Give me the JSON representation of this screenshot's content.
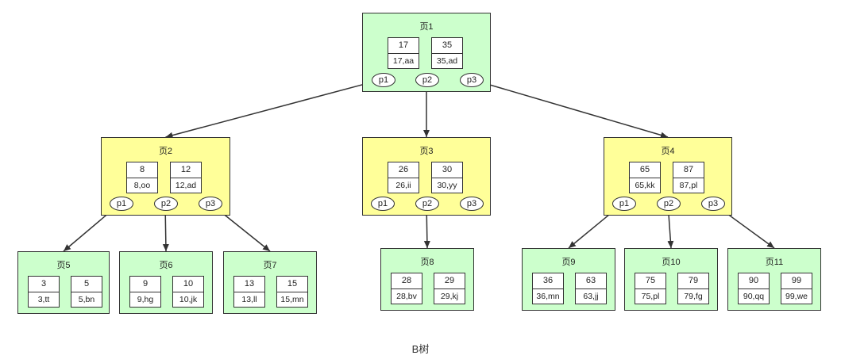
{
  "caption": "B树",
  "pages": [
    {
      "id": "root",
      "title": "页1",
      "color": "green",
      "keys": [
        {
          "key": "17",
          "rec": "17,aa"
        },
        {
          "key": "35",
          "rec": "35,ad"
        }
      ],
      "pointers": [
        "p1",
        "p2",
        "p3"
      ]
    },
    {
      "id": "n2",
      "title": "页2",
      "color": "yellow",
      "keys": [
        {
          "key": "8",
          "rec": "8,oo"
        },
        {
          "key": "12",
          "rec": "12,ad"
        }
      ],
      "pointers": [
        "p1",
        "p2",
        "p3"
      ]
    },
    {
      "id": "n3",
      "title": "页3",
      "color": "yellow",
      "keys": [
        {
          "key": "26",
          "rec": "26,ii"
        },
        {
          "key": "30",
          "rec": "30,yy"
        }
      ],
      "pointers": [
        "p1",
        "p2",
        "p3"
      ]
    },
    {
      "id": "n4",
      "title": "页4",
      "color": "yellow",
      "keys": [
        {
          "key": "65",
          "rec": "65,kk"
        },
        {
          "key": "87",
          "rec": "87,pl"
        }
      ],
      "pointers": [
        "p1",
        "p2",
        "p3"
      ]
    },
    {
      "id": "l5",
      "title": "页5",
      "color": "green",
      "keys": [
        {
          "key": "3",
          "rec": "3,tt"
        },
        {
          "key": "5",
          "rec": "5,bn"
        }
      ],
      "pointers": []
    },
    {
      "id": "l6",
      "title": "页6",
      "color": "green",
      "keys": [
        {
          "key": "9",
          "rec": "9,hg"
        },
        {
          "key": "10",
          "rec": "10,jk"
        }
      ],
      "pointers": []
    },
    {
      "id": "l7",
      "title": "页7",
      "color": "green",
      "keys": [
        {
          "key": "13",
          "rec": "13,ll"
        },
        {
          "key": "15",
          "rec": "15,mn"
        }
      ],
      "pointers": []
    },
    {
      "id": "l8",
      "title": "页8",
      "color": "green",
      "keys": [
        {
          "key": "28",
          "rec": "28,bv"
        },
        {
          "key": "29",
          "rec": "29,kj"
        }
      ],
      "pointers": []
    },
    {
      "id": "l9",
      "title": "页9",
      "color": "green",
      "keys": [
        {
          "key": "36",
          "rec": "36,mn"
        },
        {
          "key": "63",
          "rec": "63,jj"
        }
      ],
      "pointers": []
    },
    {
      "id": "l10",
      "title": "页10",
      "color": "green",
      "keys": [
        {
          "key": "75",
          "rec": "75,pl"
        },
        {
          "key": "79",
          "rec": "79,fg"
        }
      ],
      "pointers": []
    },
    {
      "id": "l11",
      "title": "页11",
      "color": "green",
      "keys": [
        {
          "key": "90",
          "rec": "90,qq"
        },
        {
          "key": "99",
          "rec": "99,we"
        }
      ],
      "pointers": []
    }
  ],
  "edges": [
    {
      "from": "root",
      "ptr": 0,
      "to": "n2"
    },
    {
      "from": "root",
      "ptr": 1,
      "to": "n3"
    },
    {
      "from": "root",
      "ptr": 2,
      "to": "n4"
    },
    {
      "from": "n2",
      "ptr": 0,
      "to": "l5"
    },
    {
      "from": "n2",
      "ptr": 1,
      "to": "l6"
    },
    {
      "from": "n2",
      "ptr": 2,
      "to": "l7"
    },
    {
      "from": "n3",
      "ptr": 1,
      "to": "l8"
    },
    {
      "from": "n4",
      "ptr": 0,
      "to": "l9"
    },
    {
      "from": "n4",
      "ptr": 1,
      "to": "l10"
    },
    {
      "from": "n4",
      "ptr": 2,
      "to": "l11"
    }
  ],
  "colors": {
    "leaf_fill": "#ccffcc",
    "inner_fill": "#ffff99",
    "line": "#333333"
  }
}
